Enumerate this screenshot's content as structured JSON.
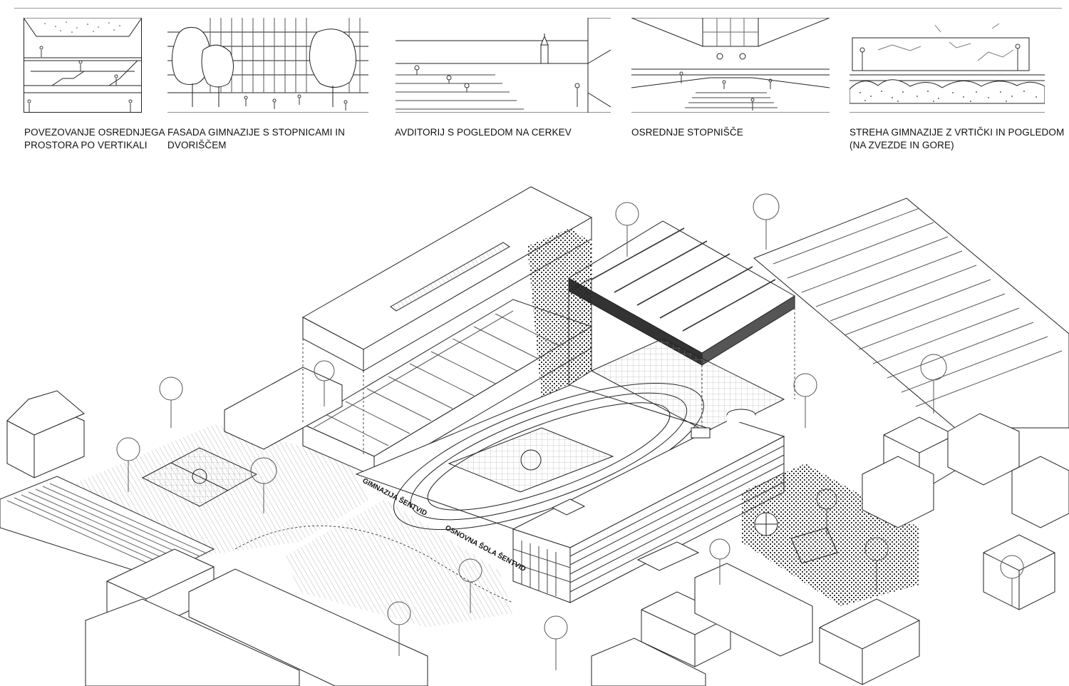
{
  "panels": [
    {
      "caption": "POVEZOVANJE OSREDNJEGA\nPROSTORA  PO VERTIKALI",
      "icon": "vertical-atrium-section-sketch"
    },
    {
      "caption": "FASADA GIMNAZIJE S STOPNICAMI IN\nDVORIŠČEM",
      "icon": "facade-stairs-courtyard-sketch"
    },
    {
      "caption": "AVDITORIJ S POGLEDOM NA CERKEV",
      "icon": "auditorium-church-view-sketch"
    },
    {
      "caption": "OSREDNJE STOPNIŠČE",
      "icon": "central-staircase-sketch"
    },
    {
      "caption": "STREHA GIMNAZIJE Z VRTIČKI IN POGLEDOM\n(NA ZVEZDE IN GORE)",
      "icon": "roof-garden-stars-mountains-sketch"
    }
  ],
  "axonometry": {
    "sign_gimnazija": "GIMNAZIJA ŠENTVID",
    "sign_osnovna_sola": "OSNOVNA ŠOLA ŠENTVID"
  }
}
